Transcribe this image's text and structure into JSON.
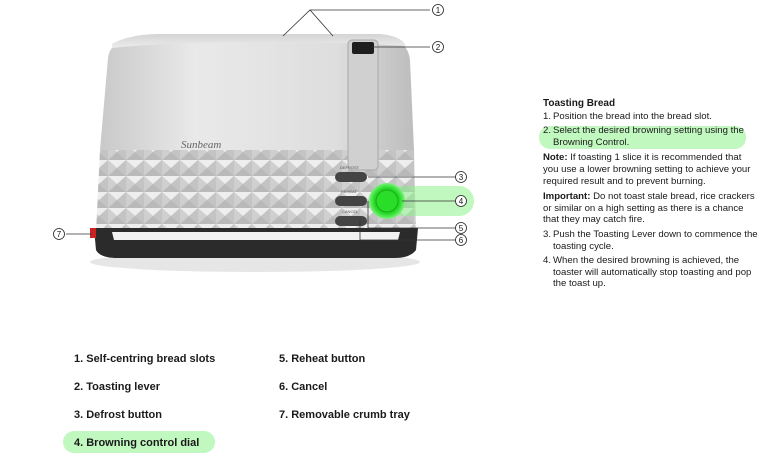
{
  "diagram": {
    "callouts": [
      "1",
      "2",
      "3",
      "4",
      "5",
      "6",
      "7"
    ],
    "brand_logo_text": "Sunbeam",
    "button_labels": [
      "DEFROST",
      "REHEAT",
      "CANCEL"
    ],
    "colors": {
      "highlight": "#8ef28a",
      "dial_glow": "#33ee33",
      "crumb_tray_accent": "#cc2222"
    }
  },
  "instructions": {
    "heading": "Toasting Bread",
    "step1_num": "1.",
    "step1_text": "Position the bread into the bread slot.",
    "step2_num": "2.",
    "step2_text": "Select the desired browning setting using the Browning Control.",
    "note_label": "Note:",
    "note_text": "If toasting 1 slice it is recommended that you use a lower browning setting to achieve your required result and to prevent burning.",
    "important_label": "Important:",
    "important_text": "Do not toast stale bread, rice crackers or similar on a high setting as there is a chance that they may catch fire.",
    "step3_num": "3.",
    "step3_text": "Push the Toasting Lever down to commence the toasting cycle.",
    "step4_num": "4.",
    "step4_text": "When the desired browning is achieved, the toaster will automatically stop toasting and pop the toast up."
  },
  "legend": {
    "items": [
      "1.  Self-centring bread slots",
      "2.  Toasting lever",
      "3.  Defrost button",
      "4.  Browning control dial",
      "5.  Reheat button",
      "6.  Cancel",
      "7.  Removable crumb tray"
    ]
  }
}
